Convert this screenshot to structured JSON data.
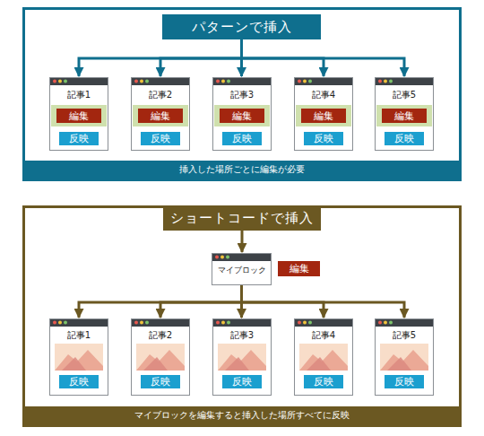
{
  "diagram": {
    "nodes": [
      {
        "text": [
          "挿入した場所ごとに編集が必要"
        ]
      },
      {
        "text": [
          "パターンで挿入"
        ],
        "in": 0
      },
      {
        "text": [
          "記事1"
        ],
        "in": 0
      },
      {
        "text": [
          "編集"
        ],
        "in": 2
      },
      {
        "text": [
          "反映"
        ],
        "in": 2
      },
      {
        "text": [
          "記事2"
        ],
        "in": 0
      },
      {
        "text": [
          "編集"
        ],
        "in": 5
      },
      {
        "text": [
          "反映"
        ],
        "in": 5
      },
      {
        "text": [
          "記事3"
        ],
        "in": 0
      },
      {
        "text": [
          "編集"
        ],
        "in": 8
      },
      {
        "text": [
          "反映"
        ],
        "in": 8
      },
      {
        "text": [
          "記事4"
        ],
        "in": 0
      },
      {
        "text": [
          "編集"
        ],
        "in": 11
      },
      {
        "text": [
          "反映"
        ],
        "in": 11
      },
      {
        "text": [
          "記事5"
        ],
        "in": 0
      },
      {
        "text": [
          "編集"
        ],
        "in": 14
      },
      {
        "text": [
          "反映"
        ],
        "in": 14
      },
      {
        "text": [
          "マイブロックを編集すると挿入した場所すべてに反映"
        ]
      },
      {
        "text": [
          "ショートコードで挿入"
        ],
        "in": 17
      },
      {
        "text": [
          "マイブロック"
        ],
        "in": 17
      },
      {
        "text": [
          "編集"
        ],
        "in": 17
      },
      {
        "text": [
          "記事1"
        ],
        "in": 17
      },
      {
        "text": [
          "反映"
        ],
        "in": 21
      },
      {
        "text": [
          "記事2"
        ],
        "in": 17
      },
      {
        "text": [
          "反映"
        ],
        "in": 23
      },
      {
        "text": [
          "記事3"
        ],
        "in": 17
      },
      {
        "text": [
          "反映"
        ],
        "in": 25
      },
      {
        "text": [
          "記事4"
        ],
        "in": 17
      },
      {
        "text": [
          "反映"
        ],
        "in": 27
      },
      {
        "text": [
          "記事5"
        ],
        "in": 17
      },
      {
        "text": [
          "反映"
        ],
        "in": 29
      }
    ],
    "edges": [
      {
        "from": 1,
        "to": 2,
        "arrow": "to"
      },
      {
        "from": 1,
        "to": 5,
        "arrow": "to"
      },
      {
        "from": 1,
        "to": 8,
        "arrow": "to"
      },
      {
        "from": 1,
        "to": 11,
        "arrow": "to"
      },
      {
        "from": 1,
        "to": 14,
        "arrow": "to"
      },
      {
        "from": 18,
        "to": 19,
        "arrow": "to"
      },
      {
        "from": 19,
        "to": 21,
        "arrow": "to"
      },
      {
        "from": 19,
        "to": 23,
        "arrow": "to"
      },
      {
        "from": 19,
        "to": 25,
        "arrow": "to"
      },
      {
        "from": 19,
        "to": 27,
        "arrow": "to"
      },
      {
        "from": 19,
        "to": 29,
        "arrow": "to"
      }
    ]
  }
}
